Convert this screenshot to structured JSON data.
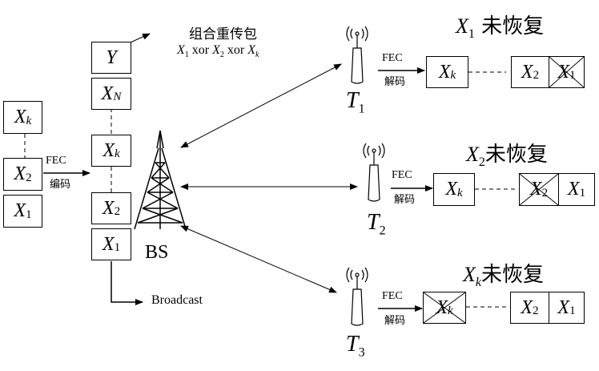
{
  "retransmit": {
    "title": "组合重传包",
    "formula_x1": "X",
    "formula_s1": "1",
    "formula_xor1": " xor ",
    "formula_x2": "X",
    "formula_s2": "2",
    "formula_xor2": " xor ",
    "formula_xk": "X",
    "formula_sk": "k"
  },
  "source": {
    "fec": "FEC",
    "encode": "编码",
    "items": [
      {
        "main": "X",
        "sub": "k"
      },
      {
        "main": "X",
        "sub": "2"
      },
      {
        "main": "X",
        "sub": "1"
      }
    ]
  },
  "queue": {
    "items": [
      {
        "main": "Y",
        "sub": ""
      },
      {
        "main": "X",
        "sub": "N"
      },
      {
        "main": "X",
        "sub": "k"
      },
      {
        "main": "X",
        "sub": "2"
      },
      {
        "main": "X",
        "sub": "1"
      }
    ]
  },
  "bs": {
    "label": "BS",
    "broadcast": "Broadcast"
  },
  "terminals": [
    {
      "name": "T",
      "sub": "1",
      "fec": "FEC",
      "decode": "解码",
      "status_x": "X",
      "status_sub": "1",
      "status_text": " 未恢复",
      "first": {
        "main": "X",
        "sub": "k",
        "lost": false
      },
      "last_pair": [
        {
          "main": "X",
          "sub": "2",
          "lost": false
        },
        {
          "main": "X",
          "sub": "1",
          "lost": true
        }
      ]
    },
    {
      "name": "T",
      "sub": "2",
      "fec": "FEC",
      "decode": "解码",
      "status_x": "X",
      "status_sub": "2",
      "status_text": "未恢复",
      "first": {
        "main": "X",
        "sub": "k",
        "lost": false
      },
      "last_pair": [
        {
          "main": "X",
          "sub": "2",
          "lost": true
        },
        {
          "main": "X",
          "sub": "1",
          "lost": false
        }
      ]
    },
    {
      "name": "T",
      "sub": "3",
      "fec": "FEC",
      "decode": "解码",
      "status_x": "X",
      "status_sub": "k",
      "status_text": "未恢复",
      "first": {
        "main": "X",
        "sub": "k",
        "lost": true
      },
      "last_pair": [
        {
          "main": "X",
          "sub": "2",
          "lost": false
        },
        {
          "main": "X",
          "sub": "1",
          "lost": false
        }
      ]
    }
  ]
}
